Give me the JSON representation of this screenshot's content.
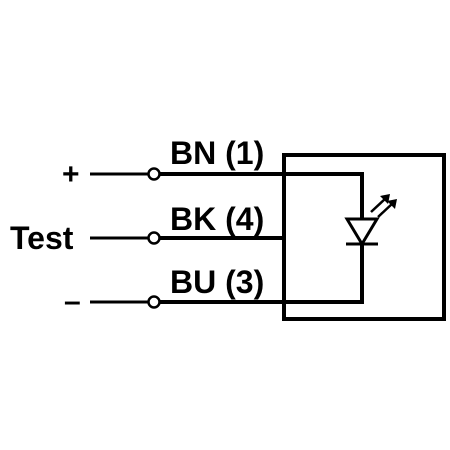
{
  "colors": {
    "stroke": "#000000",
    "background": "#ffffff"
  },
  "labels": {
    "plus": "+",
    "minus": "–",
    "test": "Test"
  },
  "wires": [
    {
      "label": "BN (1)"
    },
    {
      "label": "BK (4)"
    },
    {
      "label": "BU (3)"
    }
  ],
  "icons": {
    "led": "light-emitting-diode-icon",
    "terminal": "terminal-circle-icon"
  }
}
